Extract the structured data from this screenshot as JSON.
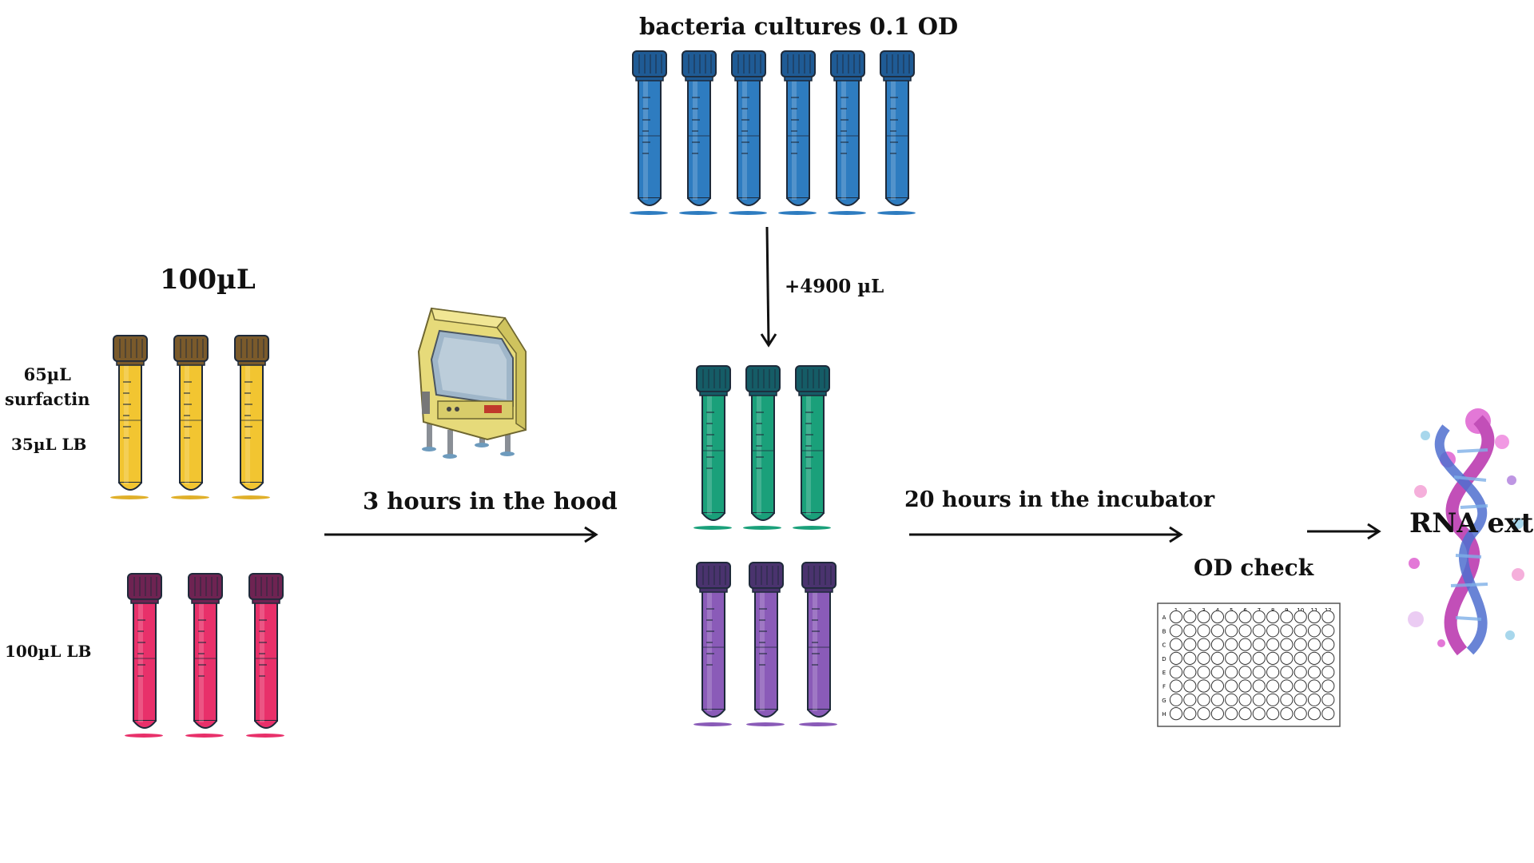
{
  "labels": {
    "bacteria": "bacteria cultures 0.1 OD",
    "volume_top": "100µL",
    "surfactin": "65µL\nsurfactin",
    "lb35": "35µL LB",
    "lb100": "100µL LB",
    "add_volume": "+4900 µL",
    "hood": "3 hours in the hood",
    "incubator": "20 hours in the incubator",
    "od_check": "OD check",
    "rna": "RNA extr"
  },
  "plate": {
    "columns": [
      "1",
      "2",
      "3",
      "4",
      "5",
      "6",
      "7",
      "8",
      "9",
      "10",
      "11",
      "12"
    ],
    "rows": [
      "A",
      "B",
      "C",
      "D",
      "E",
      "F",
      "G",
      "H"
    ]
  },
  "colors": {
    "blue": "#2e7cc0",
    "blue_cap": "#1f5b95",
    "yellow": "#f2c531",
    "yellow_cap": "#7a5a2b",
    "pink": "#e8306a",
    "pink_cap": "#6e2352",
    "green": "#1aa07a",
    "green_cap": "#155c66",
    "purple": "#8a5bb8",
    "purple_cap": "#4a336e"
  }
}
